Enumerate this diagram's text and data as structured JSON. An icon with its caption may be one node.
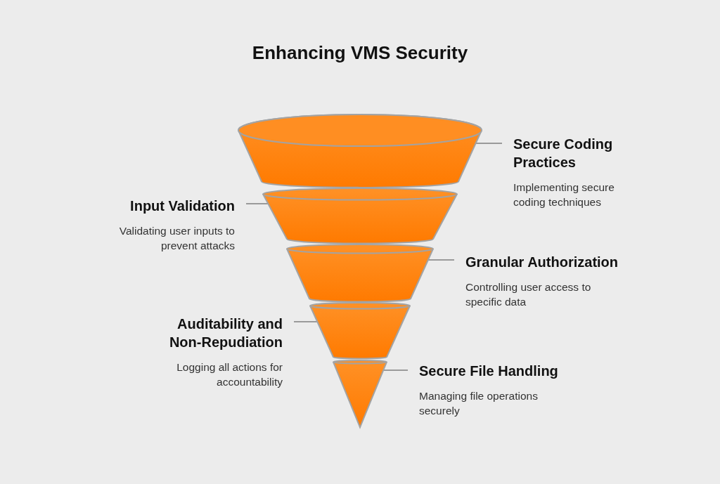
{
  "diagram": {
    "title": "Enhancing VMS Security",
    "nodes": [
      {
        "text": [],
        "shape": "cone"
      },
      {
        "text": [],
        "shape": "cone"
      },
      {
        "text": [],
        "shape": "cone"
      },
      {
        "text": [],
        "shape": "cone"
      },
      {
        "text": [],
        "shape": "cone"
      },
      {
        "text": [
          "Secure Coding Practices",
          "Implementing secure coding techniques"
        ]
      },
      {
        "text": [
          "Input Validation",
          "Validating user inputs to prevent attacks"
        ]
      },
      {
        "text": [
          "Granular Authorization",
          "Controlling user access to specific data"
        ]
      },
      {
        "text": [
          "Auditability and Non-Repudiation",
          "Logging all actions for accountability"
        ]
      },
      {
        "text": [
          "Secure File Handling",
          "Managing file operations securely"
        ]
      }
    ],
    "edges": [
      {
        "from": 5,
        "to": 0,
        "arrow": "none"
      },
      {
        "from": 6,
        "to": 1,
        "arrow": "none"
      },
      {
        "from": 7,
        "to": 2,
        "arrow": "none"
      },
      {
        "from": 8,
        "to": 3,
        "arrow": "none"
      },
      {
        "from": 9,
        "to": 4,
        "arrow": "none"
      }
    ]
  }
}
